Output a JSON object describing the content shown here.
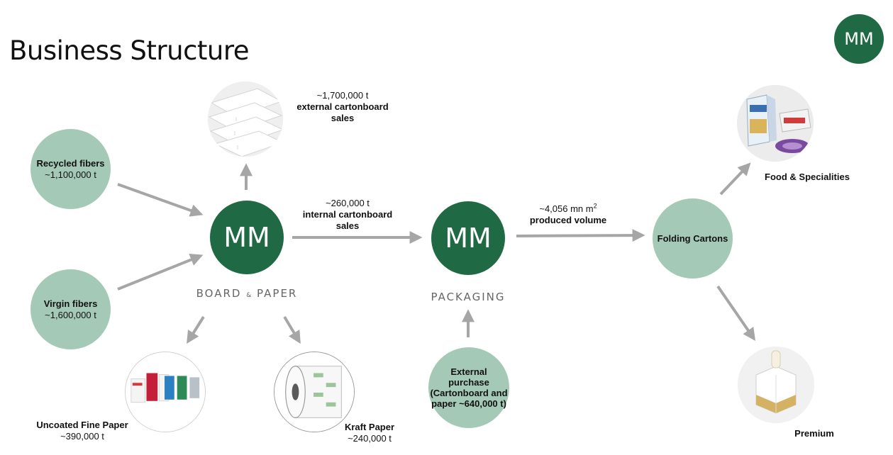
{
  "title": "Business Structure",
  "logo_text": "MM",
  "board_paper": {
    "label_left": "BOARD",
    "label_amp": "&",
    "label_right": "PAPER"
  },
  "packaging": {
    "label": "PACKAGING"
  },
  "recycled": {
    "name": "Recycled fibers",
    "amount": "~1,100,000 t"
  },
  "virgin": {
    "name": "Virgin fibers",
    "amount": "~1,600,000 t"
  },
  "external_sales": {
    "amount": "~1,700,000 t",
    "line1": "external cartonboard",
    "line2": "sales"
  },
  "internal_sales": {
    "amount": "~260,000 t",
    "line1": "internal cartonboard",
    "line2": "sales"
  },
  "produced": {
    "amount": "~4,056 mn m",
    "sup": "2",
    "line1": "produced volume"
  },
  "folding": {
    "name": "Folding Cartons"
  },
  "food": {
    "name": "Food & Specialities"
  },
  "premium": {
    "name": "Premium"
  },
  "uncoated": {
    "name": "Uncoated Fine Paper",
    "amount": "~390,000 t"
  },
  "kraft": {
    "name": "Kraft Paper",
    "amount": "~240,000 t"
  },
  "external_purchase": {
    "line1": "External",
    "line2": "purchase",
    "line3": "(Cartonboard and",
    "line4": "paper ~640,000 t)"
  },
  "colors": {
    "dark_green": "#1f6a45",
    "light_green": "#a5c9b7",
    "arrow_gray": "#a6a6a6"
  }
}
